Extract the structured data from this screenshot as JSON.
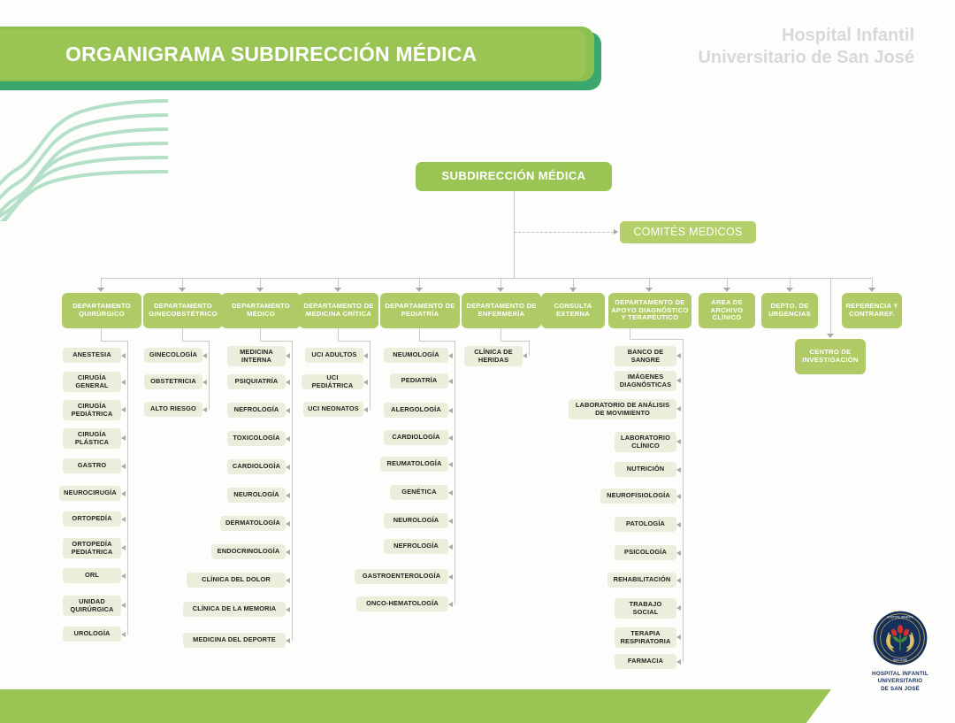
{
  "header": {
    "title": "ORGANIGRAMA SUBDIRECCIÓN MÉDICA",
    "hospital_line1": "Hospital Infantil",
    "hospital_line2": "Universitario de San José",
    "brand_green": "#9ac555",
    "brand_dark_green": "#3aa76d",
    "leaf_bg": "#eaeedb",
    "dept_bg": "#b0ca66",
    "logo_navy": "#16305c"
  },
  "logo": {
    "line1": "HOSPITAL INFANTIL",
    "line2": "UNIVERSITARIO",
    "line3": "DE SAN JOSÉ"
  },
  "chart": {
    "root": "SUBDIRECCIÓN MÉDICA",
    "committee": "COMITÉS MEDICOS",
    "research_center": "CENTRO DE INVESTIGACIÓN",
    "departments": [
      {
        "id": "quirurgico",
        "label": "DEPARTAMENTO QUIRÚRGICO",
        "children": [
          "ANESTESIA",
          "CIRUGÍA GENERAL",
          "CIRUGÍA PEDIÁTRICA",
          "CIRUGÍA PLÁSTICA",
          "GASTRO",
          "NEUROCIRUGÍA",
          "ORTOPEDÍA",
          "ORTOPEDÍA PEDIÁTRICA",
          "ORL",
          "UNIDAD QUIRÚRGICA",
          "UROLOGÍA"
        ]
      },
      {
        "id": "ginecobstetrico",
        "label": "DEPARTAMENTO GINECOBSTÉTRICO",
        "children": [
          "GINECOLOGÍA",
          "OBSTETRICIA",
          "ALTO RIESGO"
        ]
      },
      {
        "id": "medico",
        "label": "DEPARTAMENTO MÉDICO",
        "children": [
          "MEDICINA INTERNA",
          "PSIQUIATRÍA",
          "NEFROLOGÍA",
          "TOXICOLOGÍA",
          "CARDIOLOGÍA",
          "NEUROLOGÍA",
          "DERMATOLOGÍA",
          "ENDOCRINOLOGÍA",
          "CLÍNICA DEL DOLOR",
          "CLÍNICA DE LA MEMORIA",
          "MEDICINA DEL DEPORTE"
        ]
      },
      {
        "id": "medicina-critica",
        "label": "DEPARTAMENTO DE MEDICINA CRÍTICA",
        "children": [
          "UCI ADULTOS",
          "UCI PEDIÁTRICA",
          "UCI NEONATOS"
        ]
      },
      {
        "id": "pediatria",
        "label": "DEPARTAMENTO DE PEDIATRÍA",
        "children": [
          "NEUMOLOGÍA",
          "PEDIATRÍA",
          "ALERGOLOGÍA",
          "CARDIOLOGÍA",
          "REUMATOLOGÍA",
          "GENÉTICA",
          "NEUROLOGÍA",
          "NEFROLOGÍA",
          "GASTROENTEROLOGÍA",
          "ONCO-HEMATOLOGÍA"
        ]
      },
      {
        "id": "enfermeria",
        "label": "DEPARTAMENTO DE ENFERMERÍA",
        "children": [
          "CLÍNICA DE HERIDAS"
        ]
      },
      {
        "id": "consulta-externa",
        "label": "CONSULTA EXTERNA",
        "children": []
      },
      {
        "id": "apoyo-diagnostico",
        "label": "DEPARTAMENTO DE APOYO DIAGNÓSTICO Y TERAPÉUTICO",
        "children": [
          "BANCO DE SANGRE",
          "IMÁGENES DIAGNÓSTICAS",
          "LABORATORIO DE ANÁLISIS DE MOVIMIENTO",
          "LABORATORIO CLÍNICO",
          "NUTRICIÓN",
          "NEUROFISIOLOGÍA",
          "PATOLOGÍA",
          "PSICOLOGÍA",
          "REHABILITACIÓN",
          "TRABAJO SOCIAL",
          "TERAPIA RESPIRATORIA",
          "FARMACIA"
        ]
      },
      {
        "id": "archivo-clinico",
        "label": "ÁREA DE ARCHIVO CLÍNICO",
        "children": []
      },
      {
        "id": "urgencias",
        "label": "DEPTO. DE URGENCIAS",
        "children": []
      },
      {
        "id": "referencia",
        "label": "REFERENCIA Y CONTRAREF.",
        "children": []
      }
    ]
  }
}
